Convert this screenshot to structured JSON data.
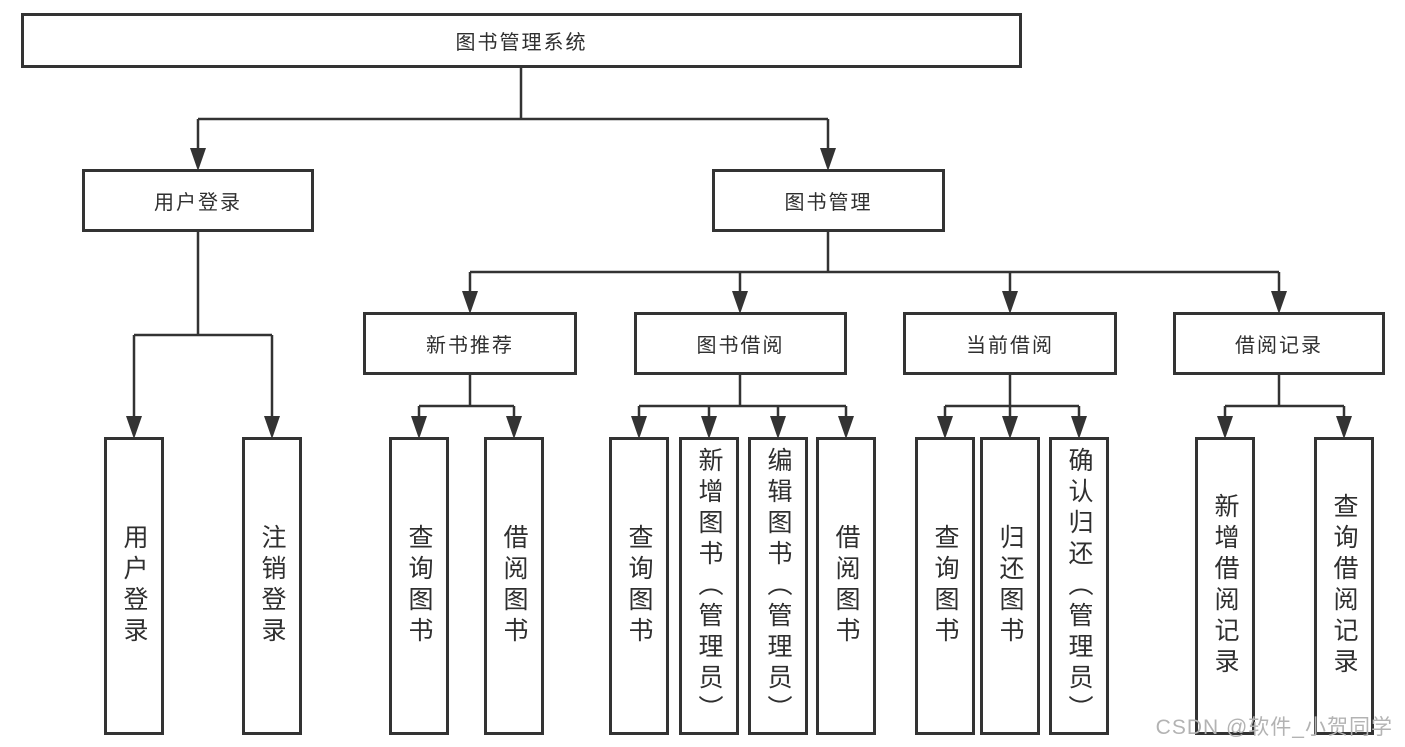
{
  "tree": {
    "root": {
      "label": "图书管理系统",
      "children": [
        {
          "label": "用户登录",
          "children": [
            {
              "label": "用户登录"
            },
            {
              "label": "注销登录"
            }
          ]
        },
        {
          "label": "图书管理",
          "children": [
            {
              "label": "新书推荐",
              "children": [
                {
                  "label": "查询图书"
                },
                {
                  "label": "借阅图书"
                }
              ]
            },
            {
              "label": "图书借阅",
              "children": [
                {
                  "label": "查询图书"
                },
                {
                  "label": "新增图书（管理员）"
                },
                {
                  "label": "编辑图书（管理员）"
                },
                {
                  "label": "借阅图书"
                }
              ]
            },
            {
              "label": "当前借阅",
              "children": [
                {
                  "label": "查询图书"
                },
                {
                  "label": "归还图书"
                },
                {
                  "label": "确认归还（管理员）"
                }
              ]
            },
            {
              "label": "借阅记录",
              "children": [
                {
                  "label": "新增借阅记录"
                },
                {
                  "label": "查询借阅记录"
                }
              ]
            }
          ]
        }
      ]
    }
  },
  "watermark": "CSDN @软件_小贺同学",
  "colors": {
    "line": "#333333",
    "box_border": "#333333",
    "text": "#2f2f2f",
    "background": "#ffffff",
    "watermark": "#b3b3b3"
  }
}
